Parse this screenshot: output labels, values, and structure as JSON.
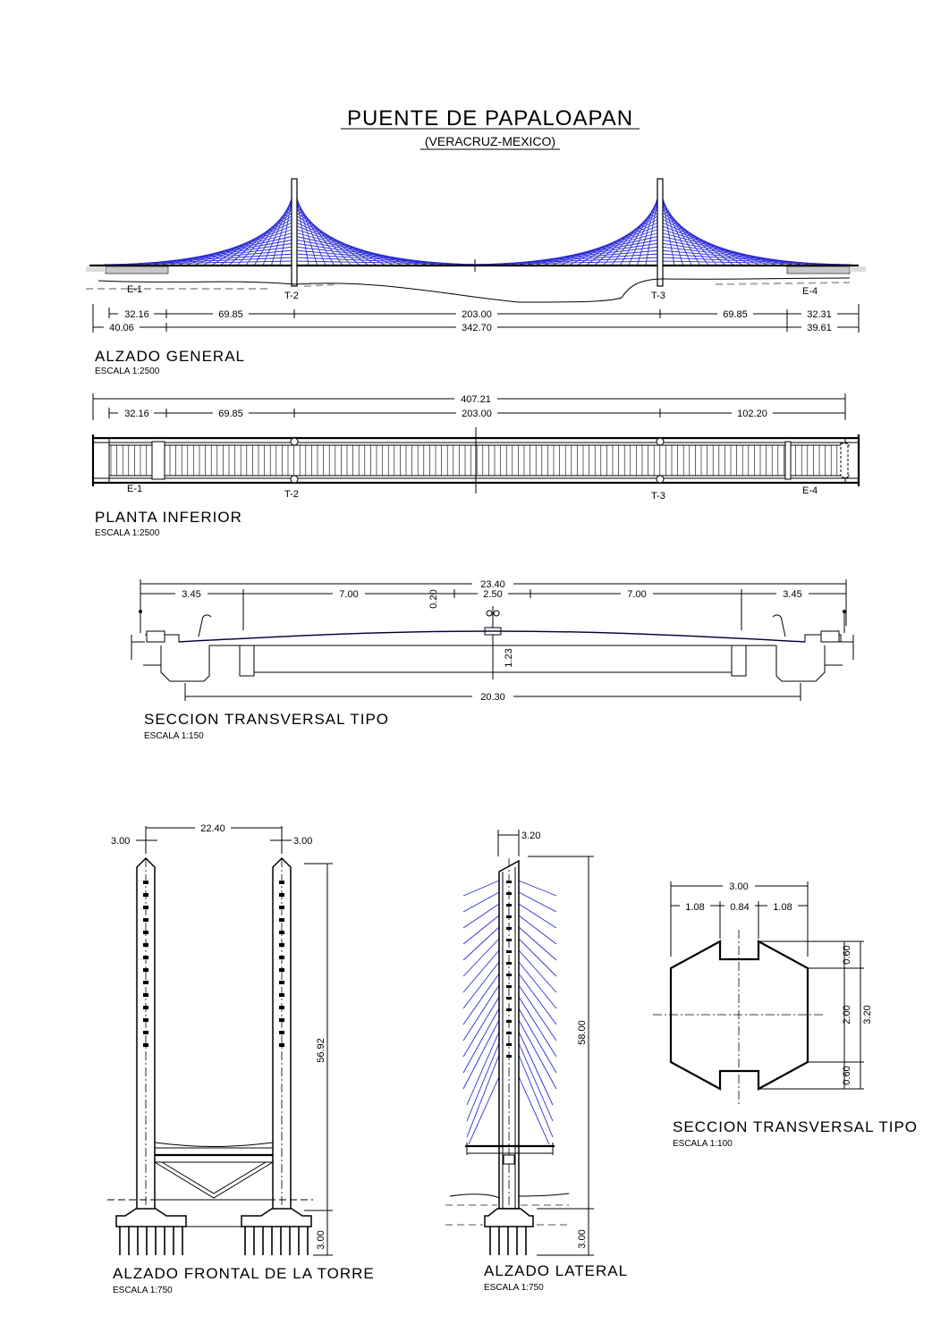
{
  "title": "PUENTE DE PAPALOAPAN",
  "subtitle": "(VERACRUZ-MEXICO)",
  "colors": {
    "cable": "#2b2bd6",
    "line": "#000000",
    "ground": "#aaaaaa"
  },
  "supports": [
    "E-1",
    "T-2",
    "T-3",
    "E-4"
  ],
  "elevation": {
    "label": "ALZADO GENERAL",
    "scale": "ESCALA 1:2500",
    "dims_row1": [
      "32.16",
      "69.85",
      "203.00",
      "69.85",
      "32.31"
    ],
    "dims_row2": [
      "40.06",
      "342.70",
      "39.61"
    ]
  },
  "plan": {
    "label": "PLANTA INFERIOR",
    "scale": "ESCALA 1:2500",
    "total": "407.21",
    "dims": [
      "32.16",
      "69.85",
      "203.00",
      "102.20"
    ]
  },
  "deck_section": {
    "label": "SECCION TRANSVERSAL TIPO",
    "scale": "ESCALA 1:150",
    "total": "23.40",
    "dims": [
      "3.45",
      "7.00",
      "2.50",
      "7.00",
      "3.45"
    ],
    "slope": "0.20",
    "depth": "1.23",
    "bottom": "20.30"
  },
  "tower_front": {
    "label": "ALZADO FRONTAL DE LA TORRE",
    "scale": "ESCALA 1:750",
    "width": "22.40",
    "leg_left": "3.00",
    "leg_right": "3.00",
    "height": "56.92",
    "foundation": "3.00"
  },
  "tower_side": {
    "label": "ALZADO LATERAL",
    "scale": "ESCALA 1:750",
    "width": "3.20",
    "height": "58.00",
    "foundation": "3.00"
  },
  "tower_section": {
    "label": "SECCION TRANSVERSAL TIPO",
    "scale": "ESCALA 1:100",
    "total": "3.00",
    "dims": [
      "1.08",
      "0.84",
      "1.08"
    ],
    "v_dims": [
      "0.60",
      "2.00",
      "0.60"
    ],
    "v_total": "3.20"
  }
}
